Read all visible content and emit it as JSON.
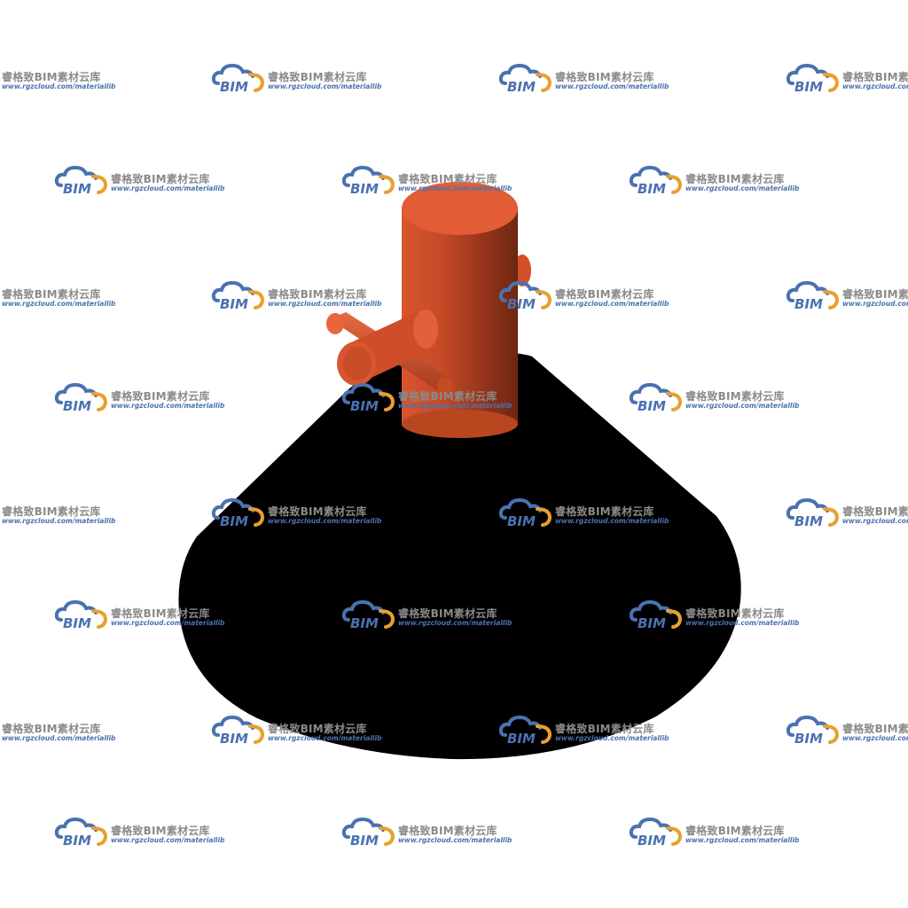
{
  "watermark": {
    "logo_text": "BIM",
    "brand": "睿格致BIM素材云库",
    "url": "www.rgzcloud.com/materiallib",
    "colors": {
      "cloud": "#4a72b0",
      "arc": "#e8a030",
      "brand_text": "#8a8a8a"
    }
  },
  "model": {
    "icon": "bim-pipe-fitting-model",
    "colors": {
      "pipe_light": "#e55e38",
      "pipe_dark": "#7d2c17",
      "base": "#000000"
    }
  }
}
